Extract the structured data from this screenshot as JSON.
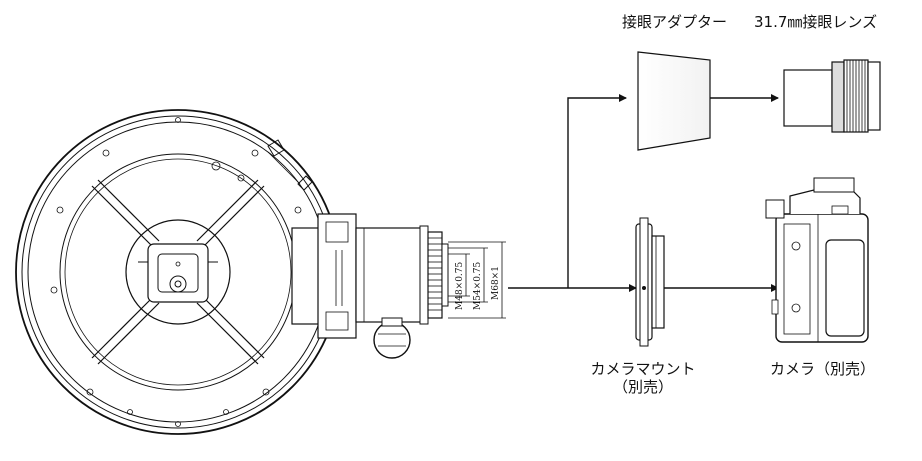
{
  "labels": {
    "eyepiece_adapter": "接眼アダプター",
    "eyepiece_lens": "31.7㎜接眼レンズ",
    "camera_mount_line1": "カメラマウント",
    "camera_mount_line2": "（別売）",
    "camera": "カメラ（別売）"
  },
  "threads": {
    "m48": "M48×0.75",
    "m54": "M54×0.75",
    "m68": "M68×1"
  },
  "colors": {
    "line": "#111111",
    "fill": "#ffffff",
    "shade": "#bbbbbb"
  }
}
